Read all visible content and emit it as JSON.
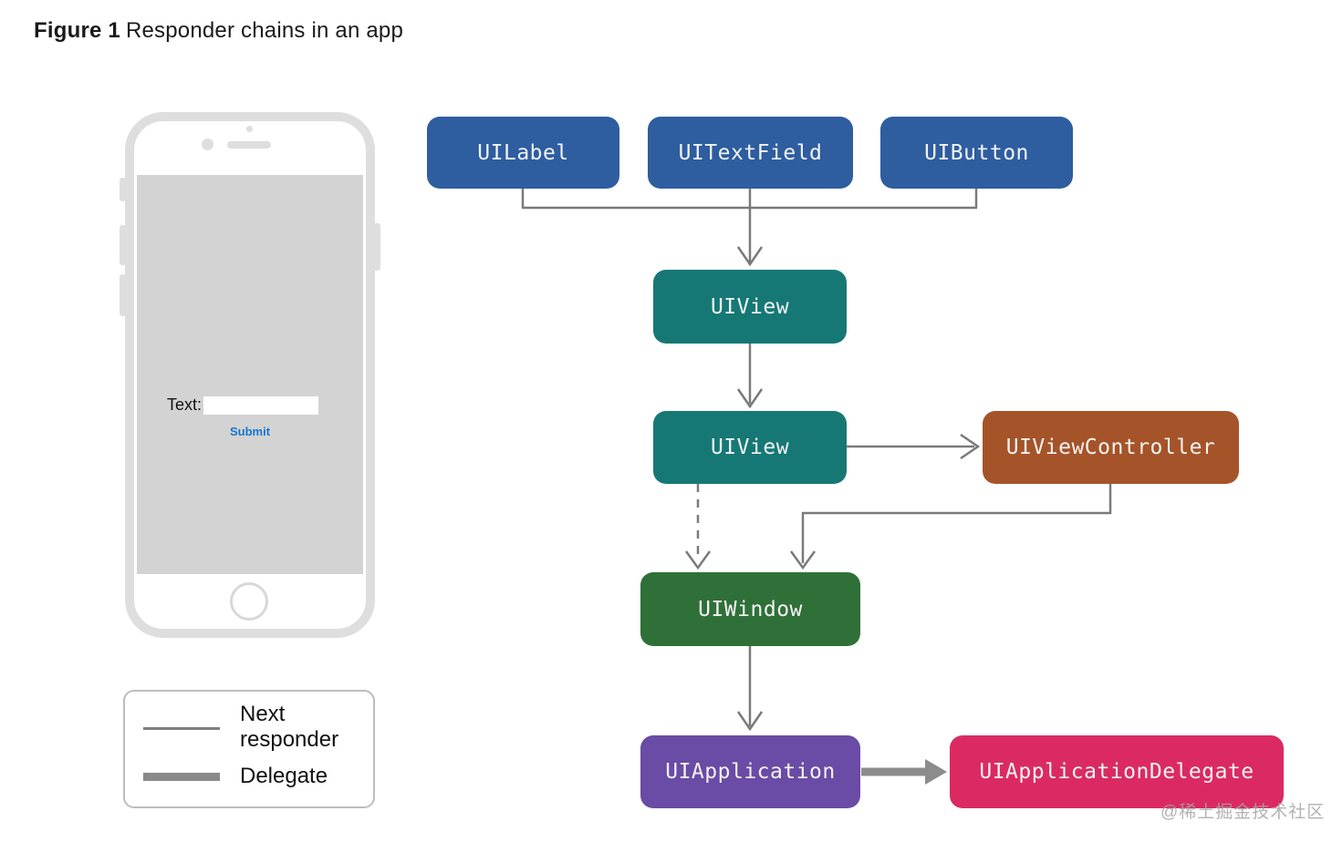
{
  "figure": {
    "label": "Figure 1",
    "title": "Responder chains in an app"
  },
  "phone": {
    "text_label": "Text:",
    "input_value": "",
    "input_placeholder": "",
    "submit_label": "Submit",
    "submit_color": "#1477cf"
  },
  "diagram": {
    "line_color": "#7a7a7a",
    "delegate_arrow_color": "#8c8c8c",
    "nodes": [
      {
        "id": "uilabel",
        "label": "UILabel",
        "color": "#2e5da0"
      },
      {
        "id": "uitextfield",
        "label": "UITextField",
        "color": "#2e5da0"
      },
      {
        "id": "uibutton",
        "label": "UIButton",
        "color": "#2e5da0"
      },
      {
        "id": "uiview-1",
        "label": "UIView",
        "color": "#167875"
      },
      {
        "id": "uiview-2",
        "label": "UIView",
        "color": "#167875"
      },
      {
        "id": "uiviewcontroller",
        "label": "UIViewController",
        "color": "#a55429"
      },
      {
        "id": "uiwindow",
        "label": "UIWindow",
        "color": "#2f7038"
      },
      {
        "id": "uiapplication",
        "label": "UIApplication",
        "color": "#6a4ba5"
      },
      {
        "id": "uiapplicationdelegate",
        "label": "UIApplicationDelegate",
        "color": "#db2a62"
      }
    ]
  },
  "legend": {
    "items": [
      {
        "label": "Next responder",
        "style": "thin"
      },
      {
        "label": "Delegate",
        "style": "thick"
      }
    ]
  },
  "watermark": "@稀土掘金技术社区"
}
